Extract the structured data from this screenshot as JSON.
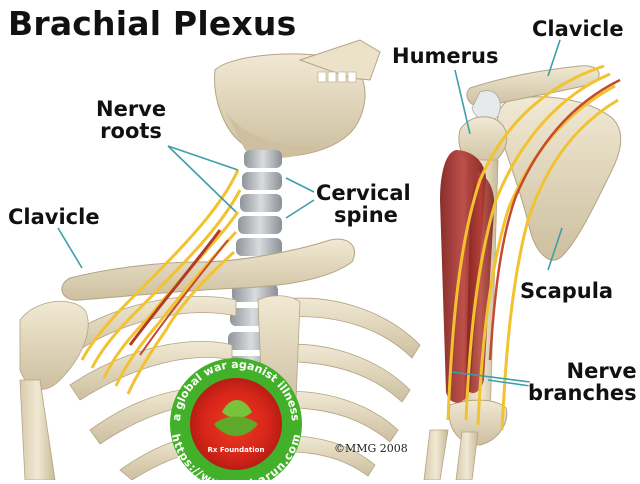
{
  "title": "Brachial Plexus",
  "labels": {
    "nerve_roots_line1": "Nerve",
    "nerve_roots_line2": "roots",
    "cervical_spine_line1": "Cervical",
    "cervical_spine_line2": "spine",
    "clavicle_left": "Clavicle",
    "humerus": "Humerus",
    "clavicle_right": "Clavicle",
    "scapula": "Scapula",
    "nerve_branches_line1": "Nerve",
    "nerve_branches_line2": "branches"
  },
  "copyright": "©MMG 2008",
  "watermark": {
    "top_text": "✶ a global war aganist illness ✶",
    "bottom_text": "https://www.rxharun.com",
    "center_text": "Rx Foundation"
  },
  "colors": {
    "bone": "#e6dcc3",
    "bone_shade": "#c9b999",
    "nerve": "#f2c230",
    "muscle": "#9c2a26",
    "leader": "#3aa0aa",
    "watermark_green": "#43b02a",
    "watermark_red": "#e0241b"
  }
}
